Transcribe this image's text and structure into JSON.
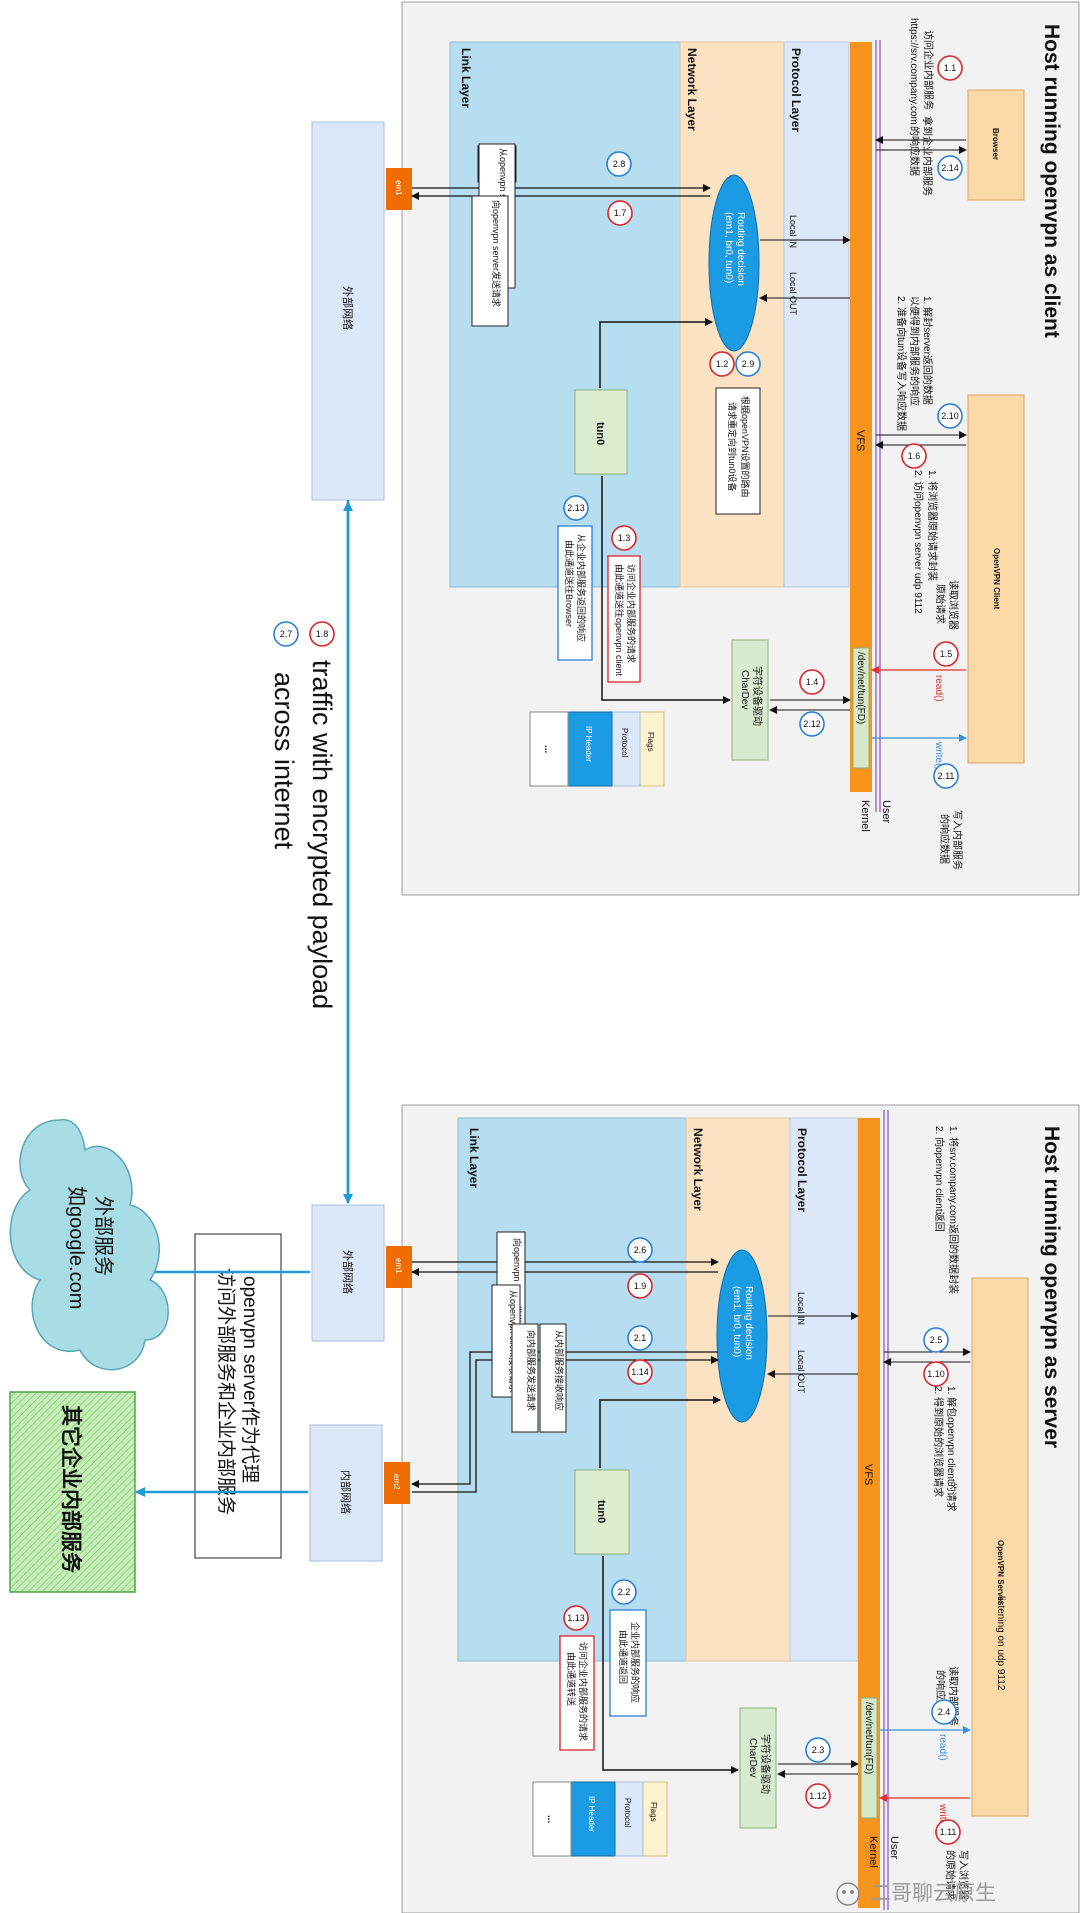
{
  "colors": {
    "host_bg": "#f2f2f2",
    "link_layer": "#b6def0",
    "network_layer": "#fbe2c3",
    "protocol_layer": "#dce8f8",
    "vfs": "#f7941d",
    "process": "#fad9a7",
    "routing": "#1b9be3",
    "tun": "#dbeccf",
    "chardev": "#d8ead0",
    "network_box": "#dce8f8",
    "nic": "#ef6c00",
    "cloud": "#a8dde6",
    "other_services": "#b9e3b0",
    "red_badge": "#d9262b",
    "blue_badge": "#2a7fd6",
    "arrow_blue": "#1f9ad6"
  },
  "client": {
    "title": "Host running openvpn as client",
    "layers": {
      "link": "Link Layer",
      "network": "Network Layer",
      "protocol": "Protocol Layer"
    },
    "vfs": "VFS",
    "user": "User",
    "kernel": "Kernel",
    "browser": "Browser",
    "openvpn_client": "OpenVPN Client",
    "routing_line1": "Routing decision",
    "routing_line2": "(em1, br0, tun0)",
    "local_in": "Local IN",
    "local_out": "Local OUT",
    "tun0": "tun0",
    "chardev_line1": "字符设备驱动",
    "chardev_line2": "CharDev",
    "dev_tun": "/dev/net/tun(FD)",
    "read_label": "read()",
    "write_label": "write()",
    "nic": "em1",
    "external_network": "外部网络",
    "packet": [
      "Flags",
      "Protocol",
      "IP Header",
      "..."
    ],
    "text_1_1a": "访问企业内部服务",
    "text_1_1b": "https://srv.company.com",
    "text_2_14a": "拿到企业内部服务",
    "text_2_14b": "的响应数据",
    "text_2_10a": "1. 解封server返回的数据",
    "text_2_10b": "   以便得到内部服务的响应",
    "text_2_10c": "2. 准备向tun设备写入响应数据",
    "text_1_6a": "1. 将浏览器原始请求封装",
    "text_1_6b": "2. 访问openvpn server udp 9112",
    "text_1_5a": "读取浏览器",
    "text_1_5b": "原始请求",
    "text_2_11a": "写入内部服务",
    "text_2_11b": "的响应数据",
    "text_2_8": "从openvpn server接收响应",
    "text_1_7": "向openvpn server发送请求",
    "text_route_a": "根据openVPN设置的路由",
    "text_route_b": "请求重定向到tun0设备",
    "text_1_3a": "访问企业内部服务的请求",
    "text_1_3b": "由此通道送往openvpn client",
    "text_2_13a": "从企业内部服务返回的响应",
    "text_2_13b": "由此通道送往Browser"
  },
  "server": {
    "title": "Host running openvpn as server",
    "layers": {
      "link": "Link Layer",
      "network": "Network Layer",
      "protocol": "Protocol Layer"
    },
    "vfs": "VFS",
    "user": "User",
    "kernel": "Kernel",
    "openvpn_server": "OpenVPN Server",
    "listening": "listening on udp 9112",
    "routing_line1": "Routing decision",
    "routing_line2": "(em1, br0, tun0)",
    "local_in": "Local IN",
    "local_out": "Local OUT",
    "tun0": "tun0",
    "chardev_line1": "字符设备驱动",
    "chardev_line2": "CharDev",
    "dev_tun": "/dev/net/tun(FD)",
    "read_label": "read()",
    "write_label": "write()",
    "nic1": "em1",
    "nic2": "em2",
    "external_network": "外部网络",
    "internal_network": "内部网络",
    "packet": [
      "Flags",
      "Protocol",
      "IP Header",
      "..."
    ],
    "text_2_5a": "1. 将srv.company.com返回的数据封装",
    "text_2_5b": "2. 向openvpn client返回",
    "text_1_10a": "1. 解包openvpn client的请求",
    "text_1_10b": "2. 得到原始的浏览器请求",
    "text_2_4a": "读取内部服务",
    "text_2_4b": "的响应数据",
    "text_1_11a": "写入浏览器",
    "text_1_11b": "的原始请求",
    "text_2_6": "向openvpn client发送响应",
    "text_1_9": "从openvpn client接收请求",
    "text_2_1": "从内部服务接收响应",
    "text_1_14": "向内部服务发送请求",
    "text_2_2a": "企业内部服务的响应",
    "text_2_2b": "由此通道返回",
    "text_1_13a": "访问企业内部服务的请求",
    "text_1_13b": "由此通道转送"
  },
  "middle": {
    "line1": "traffic with encrypted payload",
    "line2": "across internet"
  },
  "proxy": {
    "line1": "openvpn server作为代理",
    "line2": "访问外部服务和企业内部服务"
  },
  "external_service": {
    "line1": "外部服务",
    "line2": "如google.com"
  },
  "other_services": "其它企业内部服务",
  "watermark": "二哥聊云原生",
  "badges": {
    "c_1_1": "1.1",
    "c_2_14": "2.14",
    "c_2_10": "2.10",
    "c_1_6": "1.6",
    "c_1_5": "1.5",
    "c_2_11": "2.11",
    "c_2_8": "2.8",
    "c_1_7": "1.7",
    "c_1_2": "1.2",
    "c_2_9": "2.9",
    "c_1_3": "1.3",
    "c_2_13": "2.13",
    "c_1_4": "1.4",
    "c_2_12": "2.12",
    "m_2_7": "2.7",
    "m_1_8": "1.8",
    "s_2_5": "2.5",
    "s_1_10": "1.10",
    "s_2_4": "2.4",
    "s_1_11": "1.11",
    "s_2_6": "2.6",
    "s_1_9": "1.9",
    "s_2_1": "2.1",
    "s_1_14": "1.14",
    "s_2_2": "2.2",
    "s_1_13": "1.13",
    "s_2_3": "2.3",
    "s_1_12": "1.12"
  }
}
